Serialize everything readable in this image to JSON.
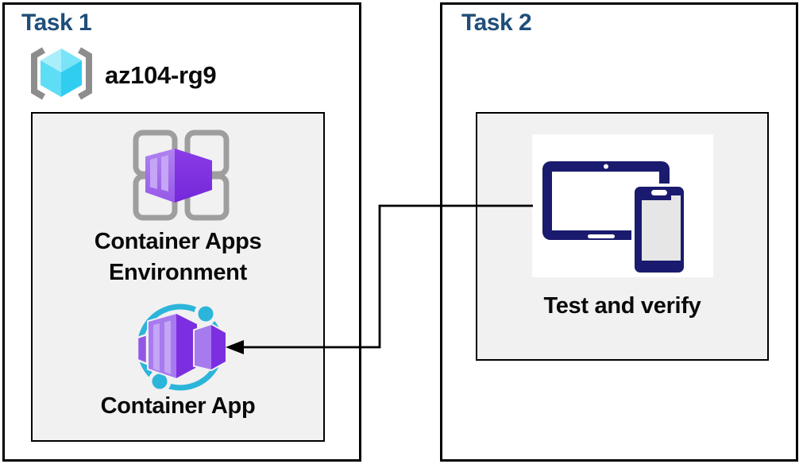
{
  "task1": {
    "title": "Task 1",
    "resource_group": {
      "icon": "resource-group-icon",
      "name": "az104-rg9"
    },
    "environment_panel": {
      "icon": "container-apps-environment-icon",
      "label_line1": "Container Apps",
      "label_line2": "Environment",
      "container_app": {
        "icon": "container-app-icon",
        "label": "Container App"
      }
    }
  },
  "task2": {
    "title": "Task 2",
    "test_panel": {
      "icon": "devices-icon",
      "label": "Test and verify"
    }
  },
  "connector": {
    "type": "elbow-arrow",
    "from": "Test and verify",
    "to": "Container App"
  },
  "colors": {
    "title": "#1f4e79",
    "text": "#0a0a0a",
    "panel_background": "#f1f1f1",
    "box_border": "#000000",
    "device_navy": "#1a1a6e",
    "cyan_accent": "#2cb5da",
    "resource_cube_cyan": "#5ddef6",
    "purple_front": "#a06cec",
    "purple_side": "#7c2fe0",
    "icon_gray": "#9e9e9e"
  }
}
